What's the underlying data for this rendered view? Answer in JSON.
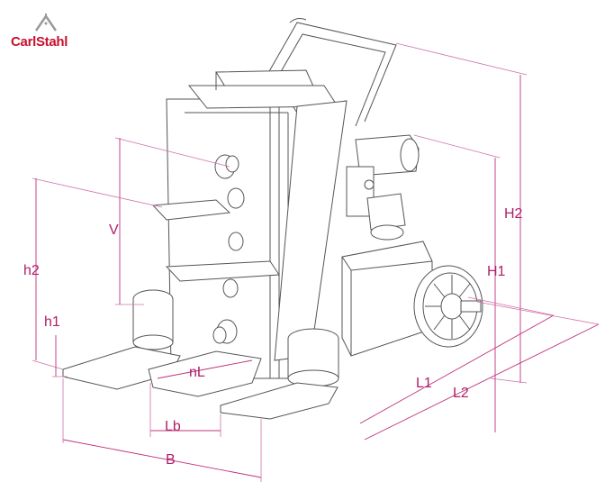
{
  "brand": {
    "name": "CarlStahl",
    "color": "#c8102e"
  },
  "dimension_color": "#b0206a",
  "labels": {
    "H2": "H2",
    "H1": "H1",
    "V": "V",
    "h2": "h2",
    "h1": "h1",
    "nL": "nL",
    "L1": "L1",
    "L2": "L2",
    "Lb": "Lb",
    "B": "B"
  }
}
